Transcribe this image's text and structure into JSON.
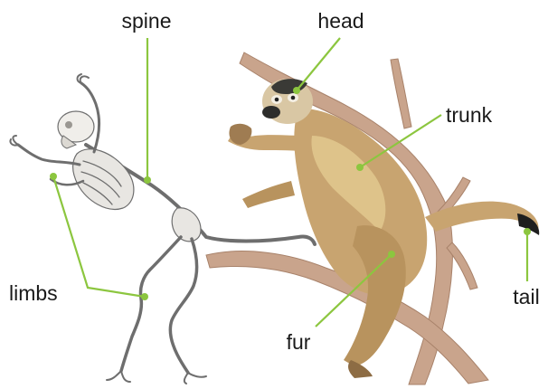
{
  "labels": {
    "spine": "spine",
    "head": "head",
    "trunk": "trunk",
    "limbs": "limbs",
    "fur": "fur",
    "tail": "tail"
  },
  "colors": {
    "leader_line": "#8cc63f",
    "fur": "#c8a470",
    "fur_light": "#e2c98e",
    "branch": "#c9a48c",
    "bone": "#e8e6e2",
    "text": "#1a1a1a"
  }
}
